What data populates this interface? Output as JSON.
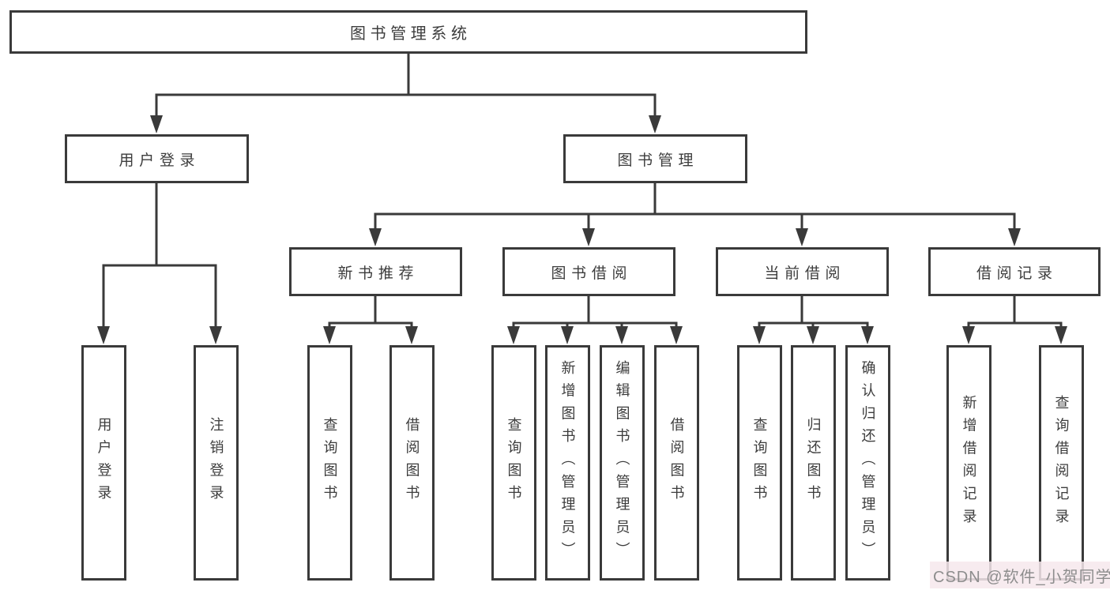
{
  "diagram": {
    "type": "hierarchy-functional-structure",
    "colors": {
      "background": "#ffffff",
      "box_border": "#3a3a3a",
      "connector_line": "#3a3a3a",
      "text": "#3d3d3d",
      "watermark_text": "#8d8d8d",
      "watermark_background": "#f6e8ec"
    },
    "tree": {
      "root": {
        "label": "图书管理系统"
      },
      "children": [
        {
          "label": "用户登录",
          "children": [
            {
              "label": "用户登录"
            },
            {
              "label": "注销登录"
            }
          ]
        },
        {
          "label": "图书管理",
          "children": [
            {
              "label": "新书推荐",
              "children": [
                {
                  "label": "查询图书"
                },
                {
                  "label": "借阅图书"
                }
              ]
            },
            {
              "label": "图书借阅",
              "children": [
                {
                  "label": "查询图书"
                },
                {
                  "label": "新增图书（管理员）"
                },
                {
                  "label": "编辑图书（管理员）"
                },
                {
                  "label": "借阅图书"
                }
              ]
            },
            {
              "label": "当前借阅",
              "children": [
                {
                  "label": "查询图书"
                },
                {
                  "label": "归还图书"
                },
                {
                  "label": "确认归还（管理员）"
                }
              ]
            },
            {
              "label": "借阅记录",
              "children": [
                {
                  "label": "新增借阅记录"
                },
                {
                  "label": "查询借阅记录"
                }
              ]
            }
          ]
        }
      ]
    },
    "watermark": "CSDN @软件_小贺同学"
  }
}
